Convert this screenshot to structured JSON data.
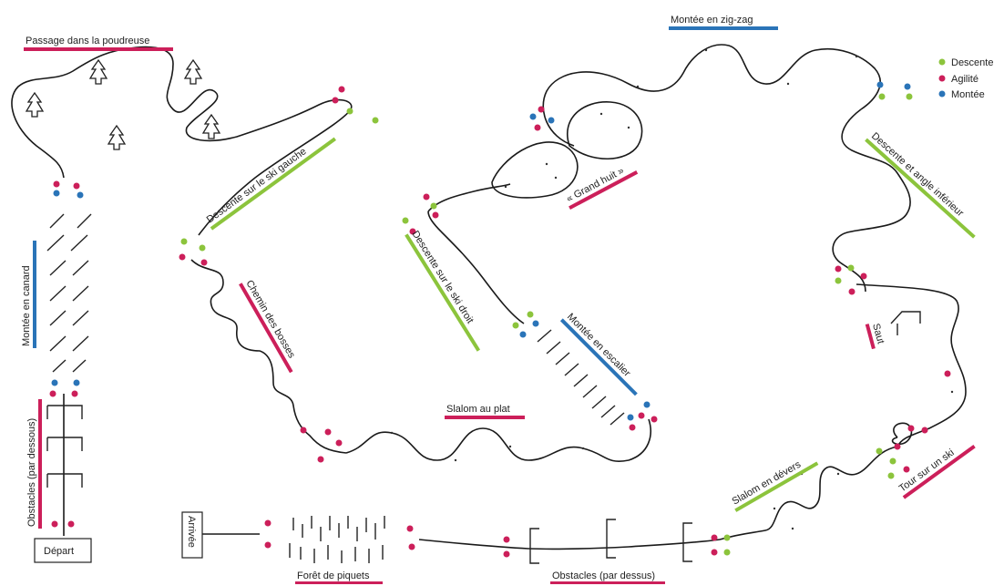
{
  "colors": {
    "descente": "#8cc43c",
    "agilite": "#cc1f5a",
    "montee": "#2a74b8",
    "line": "#1a1a1a"
  },
  "legend": {
    "items": [
      {
        "label": "Descente",
        "color": "#8cc43c"
      },
      {
        "label": "Agilité",
        "color": "#cc1f5a"
      },
      {
        "label": "Montée",
        "color": "#2a74b8"
      }
    ]
  },
  "labels": {
    "passage_poudreuse": "Passage dans la poudreuse",
    "montee_zigzag": "Montée en zig-zag",
    "descente_ski_gauche": "Descente sur le ski gauche",
    "grand_huit": "« Grand huit »",
    "descente_ski_droit": "Descente sur le ski droit",
    "descente_angle": "Descente et angle inférieur",
    "montee_canard": "Montée en canard",
    "chemin_bosses": "Chemin des bosses",
    "montee_escalier": "Montée en escalier",
    "saut": "Saut",
    "obstacles_dessous": "Obstacles (par dessous)",
    "slalom_plat": "Slalom au plat",
    "slalom_devers": "Slalom en dévers",
    "tour_un_ski": "Tour sur un ski",
    "depart": "Départ",
    "arrivee": "Arrivée",
    "foret_piquets": "Forêt de piquets",
    "obstacles_dessus": "Obstacles (par dessus)"
  }
}
